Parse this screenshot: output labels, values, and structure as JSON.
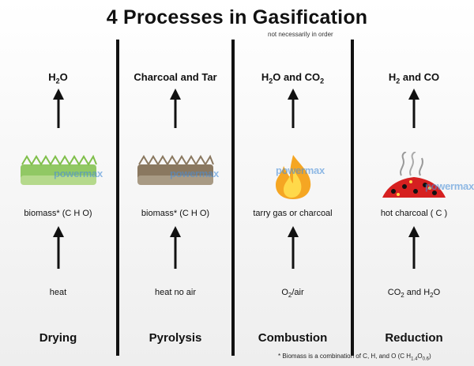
{
  "title": "4 Processes in Gasification",
  "subtitle": "not necessarily in order",
  "watermark": "powermax",
  "columns": [
    {
      "name": "Drying",
      "product_parts": [
        "H",
        "2",
        "O"
      ],
      "material": "biomass* (C H O)",
      "input_parts": [
        "heat"
      ]
    },
    {
      "name": "Pyrolysis",
      "product_parts": [
        "Charcoal and Tar"
      ],
      "material": "biomass* (C H O)",
      "input_parts": [
        "heat no air"
      ]
    },
    {
      "name": "Combustion",
      "product_parts": [
        "H",
        "2",
        "O and CO",
        "2"
      ],
      "material": "tarry gas or charcoal",
      "input_parts": [
        "O",
        "2",
        "/air"
      ]
    },
    {
      "name": "Reduction",
      "product_parts": [
        "H",
        "2",
        " and CO"
      ],
      "material": "hot charcoal ( C )",
      "input_parts": [
        "CO",
        "2",
        " and H",
        "2",
        "O"
      ]
    }
  ],
  "footnote_parts": [
    "* Biomass is a combination of C, H, and O (C H",
    "1.4",
    "O",
    "0.6",
    ")"
  ],
  "colors": {
    "biomass_green": "#7fbf4a",
    "pyrolysis_brown": "#8a7860",
    "flame": "#f5a623",
    "ember": "#d62020"
  }
}
